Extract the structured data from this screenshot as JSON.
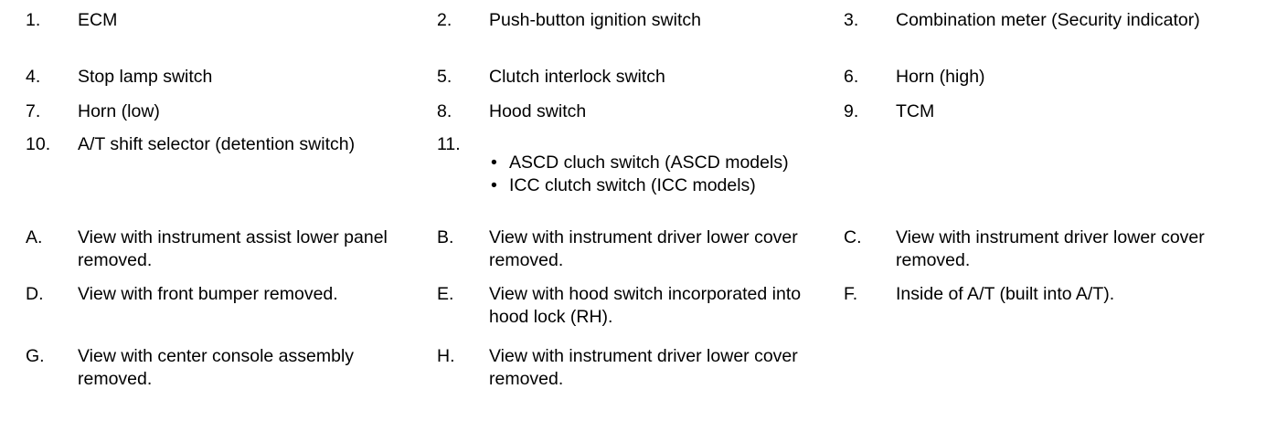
{
  "document": {
    "background_color": "#ffffff",
    "text_color": "#000000",
    "bullet_glyph": "•"
  },
  "numbered_legend": {
    "rows": [
      {
        "columns": [
          {
            "label": "1.",
            "text": "ECM"
          },
          {
            "label": "2.",
            "text": "Push-button ignition switch"
          },
          {
            "label": "3.",
            "text": "Combination meter (Security indicator)"
          }
        ]
      },
      {
        "columns": [
          {
            "label": "4.",
            "text": "Stop lamp switch"
          },
          {
            "label": "5.",
            "text": "Clutch interlock switch"
          },
          {
            "label": "6.",
            "text": "Horn (high)"
          }
        ]
      },
      {
        "columns": [
          {
            "label": "7.",
            "text": "Horn (low)"
          },
          {
            "label": "8.",
            "text": "Hood switch"
          },
          {
            "label": "9.",
            "text": "TCM"
          }
        ]
      },
      {
        "columns": [
          {
            "label": "10.",
            "text": "A/T shift selector (detention switch)"
          },
          {
            "label": "11.",
            "bullets": [
              "ASCD cluch switch (ASCD models)",
              "ICC clutch switch (ICC models)"
            ]
          },
          {
            "label": "",
            "text": ""
          }
        ]
      }
    ]
  },
  "lettered_legend": {
    "rows": [
      {
        "columns": [
          {
            "label": "A.",
            "text": "View with instrument assist lower panel removed."
          },
          {
            "label": "B.",
            "text": "View with instrument driver lower cover removed."
          },
          {
            "label": "C.",
            "text": "View with instrument driver lower cover removed."
          }
        ]
      },
      {
        "columns": [
          {
            "label": "D.",
            "text": "View with front bumper removed."
          },
          {
            "label": "E.",
            "text": "View with hood switch incorporated into hood lock (RH)."
          },
          {
            "label": "F.",
            "text": "Inside of A/T (built into A/T)."
          }
        ]
      },
      {
        "columns": [
          {
            "label": "G.",
            "text": "View with center console assembly removed."
          },
          {
            "label": "H.",
            "text": "View with instrument driver lower cover removed."
          },
          {
            "label": "",
            "text": ""
          }
        ]
      }
    ]
  }
}
